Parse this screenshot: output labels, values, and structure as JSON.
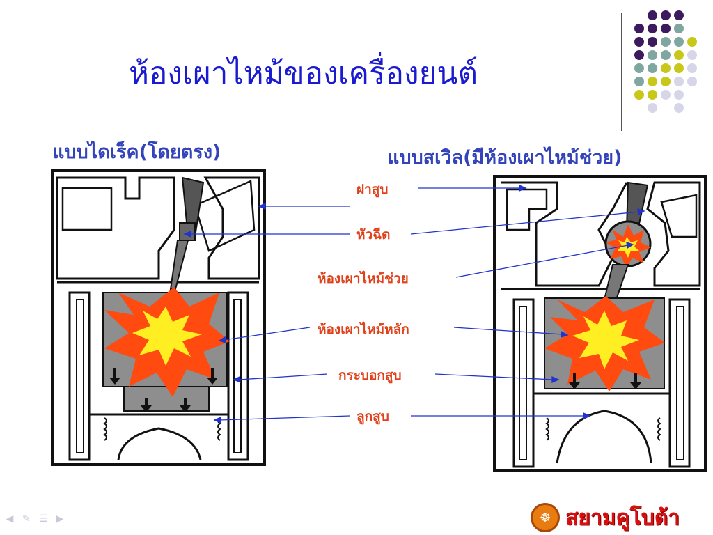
{
  "title": "ห้องเผาไหม้ของเครื่องยนต์",
  "left_panel": {
    "heading": "แบบไดเร็ค(โดยตรง)"
  },
  "right_panel": {
    "heading": "แบบสเวิล(มีห้องเผาไหม้ช่วย)"
  },
  "labels": {
    "cylinder_head": "ฝาสูบ",
    "injector": "หัวฉีด",
    "pre_chamber": "ห้องเผาไหม้ช่วย",
    "main_chamber": "ห้องเผาไหม้หลัก",
    "cylinder": "กระบอกสูบ",
    "piston": "ลูกสูบ"
  },
  "logo": {
    "text": "สยามคูโบต้า"
  },
  "colors": {
    "title": "#1a1ad0",
    "heading": "#3344bb",
    "label": "#e0411a",
    "leader_line": "#2233cc",
    "flame_outer": "#ff4a10",
    "flame_inner": "#ffee22",
    "dot_purple": "#3d1a5e",
    "dot_teal": "#7fa6a0",
    "dot_olive": "#c8c81a",
    "dot_lavender": "#d6d6e8"
  },
  "nav_icons": [
    "arrow-left-icon",
    "pen-icon",
    "menu-icon",
    "arrow-right-icon"
  ]
}
